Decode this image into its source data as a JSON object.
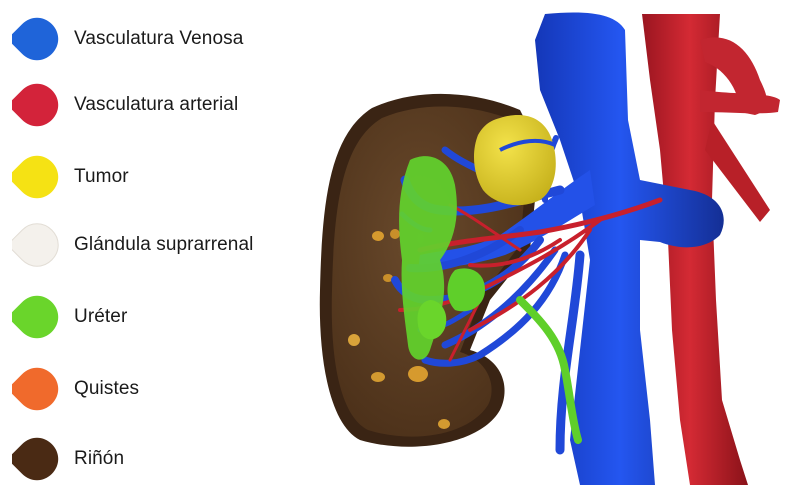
{
  "legend": {
    "items": [
      {
        "label": "Vasculatura Venosa",
        "icon": "blue-drop-marker",
        "color": "#1f64d9"
      },
      {
        "label": "Vasculatura arterial",
        "icon": "red-drop-marker",
        "color": "#d3233a"
      },
      {
        "label": "Tumor",
        "icon": "yellow-drop-marker",
        "color": "#f5e214"
      },
      {
        "label": "Glándula suprarrenal",
        "icon": "white-drop-marker",
        "color": "#f4f1ec"
      },
      {
        "label": "Uréter",
        "icon": "green-drop-marker",
        "color": "#6ad52b"
      },
      {
        "label": "Quistes",
        "icon": "orange-drop-marker",
        "color": "#f06a2c"
      },
      {
        "label": "Riñón",
        "icon": "brown-drop-marker",
        "color": "#4a2a14"
      }
    ]
  },
  "colors": {
    "vein": "#1f4ee0",
    "vein_dark": "#12309a",
    "artery": "#c8202c",
    "artery_dark": "#8a1219",
    "tumor": "#e2cf2a",
    "ureter": "#5fcf2a",
    "cyst": "#d69a2e",
    "kidney_outer": "#3a2414",
    "kidney_inner": "#5b3c22"
  }
}
